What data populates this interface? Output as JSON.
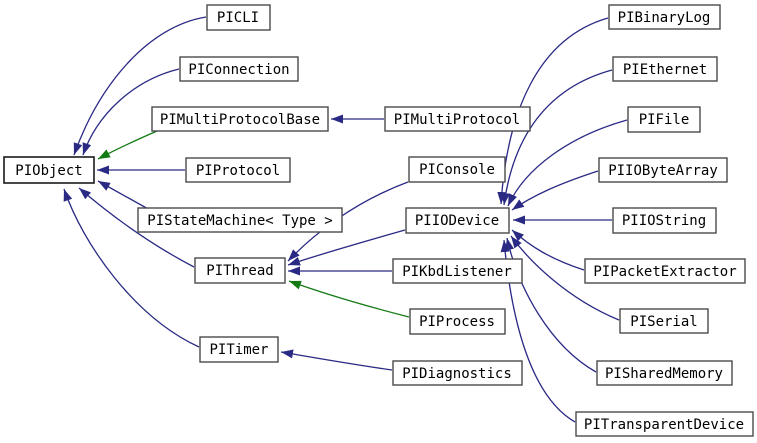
{
  "diagram": {
    "kind": "class-inheritance-graph",
    "root_class": "PIObject",
    "colors": {
      "background": "#ffffff",
      "public_edge": "#2a2a85",
      "protected_edge": "#147a14",
      "root_node_fill": "#c0c0c0",
      "node_fill": "#ffffff",
      "node_border": "#4a4a4a",
      "label_color": "#000000"
    },
    "nodes": {
      "piobject": {
        "label": "PIObject"
      },
      "picli": {
        "label": "PICLI"
      },
      "piconnection": {
        "label": "PIConnection"
      },
      "pimultiprotocolbase": {
        "label": "PIMultiProtocolBase"
      },
      "pimultiprotocol": {
        "label": "PIMultiProtocol"
      },
      "piprotocol": {
        "label": "PIProtocol"
      },
      "pistatemachine": {
        "label": "PIStateMachine< Type >"
      },
      "piconsole": {
        "label": "PIConsole"
      },
      "piiodevice": {
        "label": "PIIODevice"
      },
      "pithread": {
        "label": "PIThread"
      },
      "pikbdlistener": {
        "label": "PIKbdListener"
      },
      "piprocess": {
        "label": "PIProcess"
      },
      "pitimer": {
        "label": "PITimer"
      },
      "pidiagnostics": {
        "label": "PIDiagnostics"
      },
      "pibinarylog": {
        "label": "PIBinaryLog"
      },
      "piethernet": {
        "label": "PIEthernet"
      },
      "pifile": {
        "label": "PIFile"
      },
      "piiobytearray": {
        "label": "PIIOByteArray"
      },
      "piiostring": {
        "label": "PIIOString"
      },
      "pipacketextractor": {
        "label": "PIPacketExtractor"
      },
      "piserial": {
        "label": "PISerial"
      },
      "pisharedmemory": {
        "label": "PISharedMemory"
      },
      "pitransparentdevice": {
        "label": "PITransparentDevice"
      }
    },
    "edges": [
      {
        "from": "PICLI",
        "to": "PIObject",
        "type": "public"
      },
      {
        "from": "PIConnection",
        "to": "PIObject",
        "type": "public"
      },
      {
        "from": "PIMultiProtocolBase",
        "to": "PIObject",
        "type": "protected"
      },
      {
        "from": "PIProtocol",
        "to": "PIObject",
        "type": "public"
      },
      {
        "from": "PIStateMachine< Type >",
        "to": "PIObject",
        "type": "public"
      },
      {
        "from": "PIThread",
        "to": "PIObject",
        "type": "public"
      },
      {
        "from": "PITimer",
        "to": "PIObject",
        "type": "public"
      },
      {
        "from": "PIMultiProtocol",
        "to": "PIMultiProtocolBase",
        "type": "public"
      },
      {
        "from": "PIConsole",
        "to": "PIThread",
        "type": "public"
      },
      {
        "from": "PIIODevice",
        "to": "PIThread",
        "type": "public"
      },
      {
        "from": "PIKbdListener",
        "to": "PIThread",
        "type": "public"
      },
      {
        "from": "PIProcess",
        "to": "PIThread",
        "type": "protected"
      },
      {
        "from": "PIDiagnostics",
        "to": "PITimer",
        "type": "public"
      },
      {
        "from": "PIBinaryLog",
        "to": "PIIODevice",
        "type": "public"
      },
      {
        "from": "PIEthernet",
        "to": "PIIODevice",
        "type": "public"
      },
      {
        "from": "PIFile",
        "to": "PIIODevice",
        "type": "public"
      },
      {
        "from": "PIIOByteArray",
        "to": "PIIODevice",
        "type": "public"
      },
      {
        "from": "PIIOString",
        "to": "PIIODevice",
        "type": "public"
      },
      {
        "from": "PIPacketExtractor",
        "to": "PIIODevice",
        "type": "public"
      },
      {
        "from": "PISerial",
        "to": "PIIODevice",
        "type": "public"
      },
      {
        "from": "PISharedMemory",
        "to": "PIIODevice",
        "type": "public"
      },
      {
        "from": "PITransparentDevice",
        "to": "PIIODevice",
        "type": "public"
      }
    ]
  }
}
